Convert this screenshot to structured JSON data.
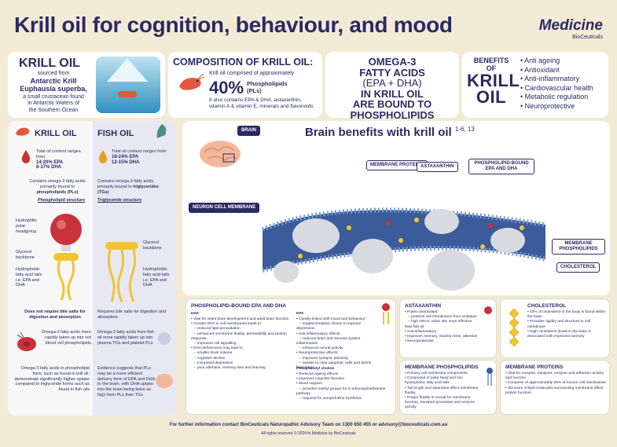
{
  "header": {
    "title": "Krill oil for cognition, behaviour, and mood",
    "logo_main": "Medicine",
    "logo_sub": "BioCeuticals"
  },
  "krill_oil": {
    "title": "KRILL OIL",
    "l1": "sourced from",
    "l2": "Antarctic Krill",
    "l3": "Euphausia superba,",
    "l4": "a small crustacean found",
    "l5": "in Antarctic Waters of",
    "l6": "the Southern Ocean"
  },
  "composition": {
    "title": "COMPOSITION OF KRILL OIL:",
    "l1": "Krill oil comprised of approximately",
    "pct": "40%",
    "pl1": "Phospholipids",
    "pl2": "(PLs)",
    "l3": "It also contains EPA & DHA, astaxanthin, vitamin A & vitamin E, minerals and flavonoids"
  },
  "omega": {
    "l1": "OMEGA-3",
    "l2": "FATTY ACIDS",
    "l3": "(EPA + DHA)",
    "l4": "IN KRILL OIL",
    "l5": "ARE BOUND TO",
    "l6": "PHOSPHOLIPIDS"
  },
  "benefits": {
    "b1": "BENEFITS",
    "b2": "OF",
    "k1": "KRILL",
    "k2": "OIL",
    "items": [
      "Anti ageing",
      "Antioxidant",
      "Anti-inflammatory",
      "Cardiovascular health",
      "Metabolic regulation",
      "Neuroprotective"
    ]
  },
  "compare": {
    "krill_head": "KRILL OIL",
    "fish_head": "FISH OIL",
    "krill_range": "Total oil content ranges from:",
    "krill_epa": "14-20% EPA",
    "krill_dha": "6-17% DHA",
    "fish_range": "Total oil content ranges from:",
    "fish_epa": "18-24% EPA",
    "fish_dha": "12-15% DHA",
    "krill_bound": "Contains omega-3 fatty acids primarily bound to",
    "krill_bound_b": "phospholipids (PLs)",
    "fish_bound": "Contains omega-3 fatty acids primarily bound to",
    "fish_bound_b": "triglycerides (TGs)",
    "krill_struct": "Phospholipid structure",
    "fish_struct": "Triglyceride structure",
    "head_label": "Hydrophilic polar headgroup",
    "glycerol_label": "Glycerol backbone",
    "tails_label": "Hydrophobic fatty acid tails i.e. EPA and DHA",
    "glycerol_label_f": "Glycerol backbone",
    "tails_label_f": "Hydrophobic fatty acid tails i.e. EPA and DHA",
    "krill_bile": "Does not require bile salts for digestion and absorption",
    "fish_bile": "Requires bile salts for digestion and absorption",
    "krill_rbc": "Omega-3 fatty acids more rapidly taken up into red blood cell phospholipids",
    "fish_rbc": "Omega-3 fatty acids from fish oil more rapidly taken up into plasma TGs and platelet PLs",
    "krill_bio": "Omega-3 fatty acids in phospholipid form, such as found in krill oil, demonstrate significantly higher uptake compared to triglyceride forms such as found in fish oils",
    "fish_bio": "Evidence suggests that PLs may be a more efficient delivery form of EPA and DHA to the brain, with DHA uptake into the brain being twice as high from PLs than TGs"
  },
  "brain": {
    "title": "Brain benefits with krill oil",
    "refs": "1-6, 13",
    "tag_brain": "BRAIN",
    "tag_neuron": "NEURON CELL MEMBRANE",
    "tag_mp": "MEMBRANE PROTEINS",
    "tag_ast": "ASTAXANTHIN",
    "tag_pl": "PHOSPHOLIPID-BOUND EPA AND DHA",
    "tag_mpl": "MEMBRANE PHOSPHOLIPIDS",
    "tag_chol": "CHOLESTEROL"
  },
  "boxes": {
    "pl_title": "PHOSPHOLIPID-BOUND EPA AND DHA",
    "dha_title": "DHA",
    "dha_text": "• Vital for infant brain development and adult brain function\n• Greater DHA in cell membranes leads to:\n   – reduced lipid peroxidation\n   – enhanced membrane fluidity, permeability and protein response\n   – improved cell signalling\n• DHA deficiencies may lead to:\n   – smaller brain volume\n   – cognitive decline\n   – increased depression\n   – poor attention, memory loss and learning",
    "epa_title": "EPA",
    "epa_text": "• Closely linked with mood and behaviour:\n   – supplementation shown to improve depression\n• Anti-inflammatory effects:\n   – reduces brain and nervous system inflammation\n   – enhances neural activity\n• Neuroprotective effects:\n   – improves synaptic plasticity\n   – assists to clear apoptotic cells and debris from brain",
    "choline_title": "Phosphatidyl choline",
    "choline_text": "• Reduces ageing effects\n• Improves cognitive function\n• Mood support:\n   – provides methyl groups for S-adenosylmethionine pathway\n   – required for acetylcholine synthesis",
    "ast_title": "ASTAXANTHIN",
    "ast_text": "• Potent antioxidant:\n   – protects cell membranes from oxidation\n   – high ORAC value 48x more effective than fish oil\n• Anti-inflammatory\n• Improves memory, reaction time, attention\n• Neuroprotective",
    "chol_title": "CHOLESTEROL",
    "chol_text": "• 23% of cholesterol in the body is found within the brain\n• Provides rigidity and structure to cell membrane\n• High cholesterol levels in the brain is associated with improved memory",
    "mpl_title": "MEMBRANE PHOSPHOLIPIDS",
    "mpl_text": "• Primary cell membrane components\n• Composed of polar head and two hydrophobic fatty acid tails\n• Tail length and saturation affect membrane fluidity\n• Proper fluidity is crucial for membrane function, transport processes and enzyme activity",
    "mprot_title": "MEMBRANE PROTEINS",
    "mprot_text": "• Vital for receptor, transport, enzyme and adhesion activity and function\n• Comprise of approximately 25% of neuron cell membranes\n• Structure of lipid molecules surrounding membrane affect protein function"
  },
  "footer": {
    "line1": "For further information contact BioCeuticals Naturopathic Advisory Team on 1300 650 455 or advisory@bioceuticals.com.au",
    "line2": "All rights reserved © 2024 fx Medicine by BioCeuticals"
  },
  "colors": {
    "navy": "#2b2a63",
    "cream": "#f3ead6",
    "red": "#c8323a",
    "yellow": "#f2c430",
    "membrane": "#3b5b9a"
  }
}
